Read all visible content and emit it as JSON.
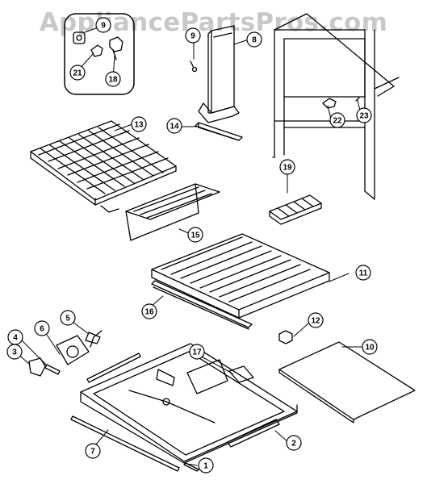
{
  "watermark": "AppliancePartsPros.com",
  "parts": [
    {
      "id": "part-1",
      "label": "1"
    },
    {
      "id": "part-2",
      "label": "2"
    },
    {
      "id": "part-3",
      "label": "3"
    },
    {
      "id": "part-4",
      "label": "4"
    },
    {
      "id": "part-5",
      "label": "5"
    },
    {
      "id": "part-6",
      "label": "6"
    },
    {
      "id": "part-7",
      "label": "7"
    },
    {
      "id": "part-8",
      "label": "8"
    },
    {
      "id": "part-9",
      "label": "9"
    },
    {
      "id": "part-9-inset",
      "label": "9"
    },
    {
      "id": "part-10",
      "label": "10"
    },
    {
      "id": "part-11",
      "label": "11"
    },
    {
      "id": "part-12",
      "label": "12"
    },
    {
      "id": "part-13",
      "label": "13"
    },
    {
      "id": "part-14",
      "label": "14"
    },
    {
      "id": "part-15",
      "label": "15"
    },
    {
      "id": "part-16",
      "label": "16"
    },
    {
      "id": "part-17",
      "label": "17"
    },
    {
      "id": "part-18",
      "label": "18"
    },
    {
      "id": "part-19",
      "label": "19"
    },
    {
      "id": "part-21",
      "label": "21"
    },
    {
      "id": "part-22",
      "label": "22"
    },
    {
      "id": "part-23",
      "label": "23"
    }
  ]
}
